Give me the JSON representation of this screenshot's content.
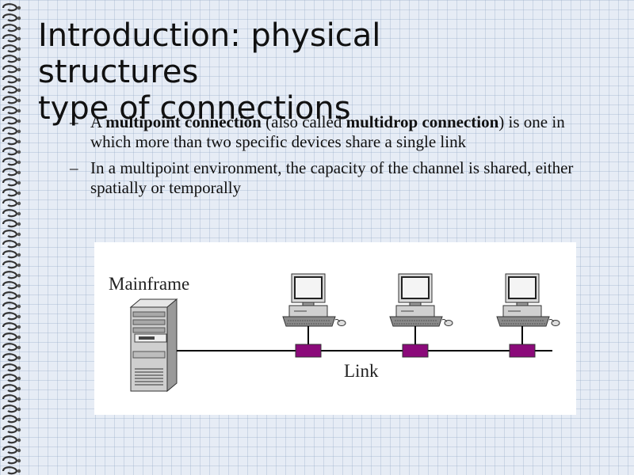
{
  "slide": {
    "title_line1": "Introduction: physical",
    "title_line2": "structures",
    "title_line3": "type of connections",
    "bullets": [
      {
        "prefix": "A ",
        "bold1": "multipoint connection",
        "mid": " (also called ",
        "bold2": "multidrop connection",
        "suffix": ") is one in which more than two specific devices share a single link"
      },
      {
        "text": "In a multipoint environment, the capacity of the channel is shared, either spatially or temporally"
      }
    ],
    "bullet_marker": "–"
  },
  "diagram": {
    "mainframe_label": "Mainframe",
    "link_label": "Link",
    "workstation_count": 3,
    "colors": {
      "tap": "#8b0a7a",
      "line": "#000000"
    }
  }
}
